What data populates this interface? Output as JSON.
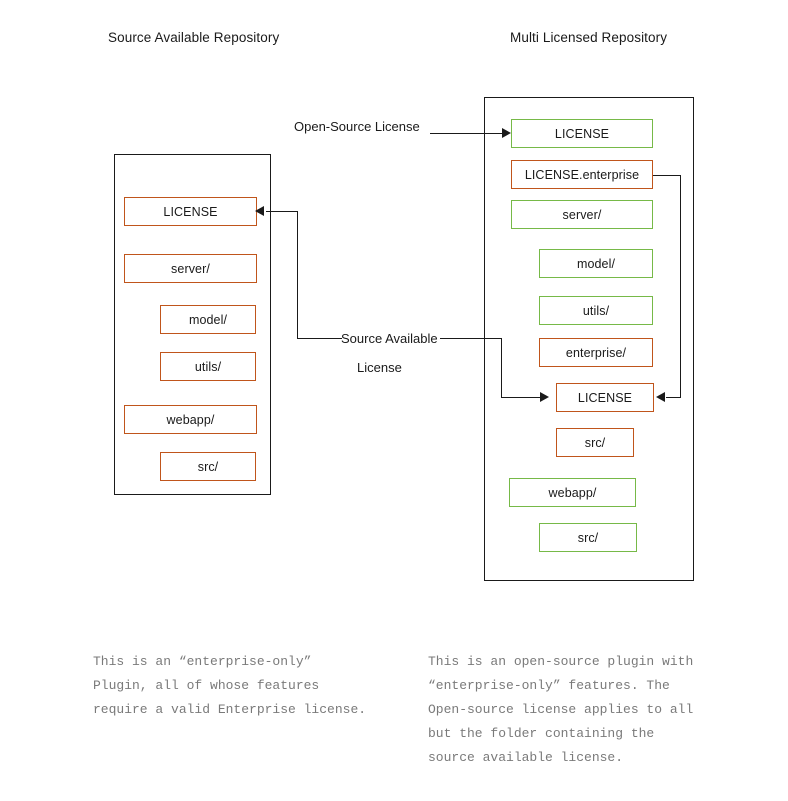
{
  "colors": {
    "source_available": "#C0551B",
    "open_source": "#76B947",
    "container_border": "#1a1a1a",
    "caption_text": "#7a7a7a"
  },
  "left_repo": {
    "title": "Source Available Repository",
    "items": [
      {
        "label": "LICENSE",
        "color": "orange",
        "indent": 0
      },
      {
        "label": "server/",
        "color": "orange",
        "indent": 0
      },
      {
        "label": "model/",
        "color": "orange",
        "indent": 1
      },
      {
        "label": "utils/",
        "color": "orange",
        "indent": 1
      },
      {
        "label": "webapp/",
        "color": "orange",
        "indent": 0
      },
      {
        "label": "src/",
        "color": "orange",
        "indent": 1
      }
    ],
    "caption": "This is an “enterprise-only”\nPlugin, all of whose features\nrequire a valid Enterprise license."
  },
  "right_repo": {
    "title": "Multi Licensed Repository",
    "items": [
      {
        "label": "LICENSE",
        "color": "green",
        "indent": 0
      },
      {
        "label": "LICENSE.enterprise",
        "color": "orange",
        "indent": 0
      },
      {
        "label": "server/",
        "color": "green",
        "indent": 0
      },
      {
        "label": "model/",
        "color": "green",
        "indent": 1
      },
      {
        "label": "utils/",
        "color": "green",
        "indent": 1
      },
      {
        "label": "enterprise/",
        "color": "orange",
        "indent": 1
      },
      {
        "label": "LICENSE",
        "color": "orange",
        "indent": 1
      },
      {
        "label": "src/",
        "color": "orange",
        "indent": 1
      },
      {
        "label": "webapp/",
        "color": "green",
        "indent": 0
      },
      {
        "label": "src/",
        "color": "green",
        "indent": 1
      }
    ],
    "caption": "This is an open-source plugin with\n“enterprise-only” features. The\nOpen-source license applies to all\nbut the folder containing the\nsource available license."
  },
  "edges": {
    "open_source_license_label": "Open-Source License",
    "source_available_label_line1": "Source Available",
    "source_available_label_line2": "License"
  }
}
